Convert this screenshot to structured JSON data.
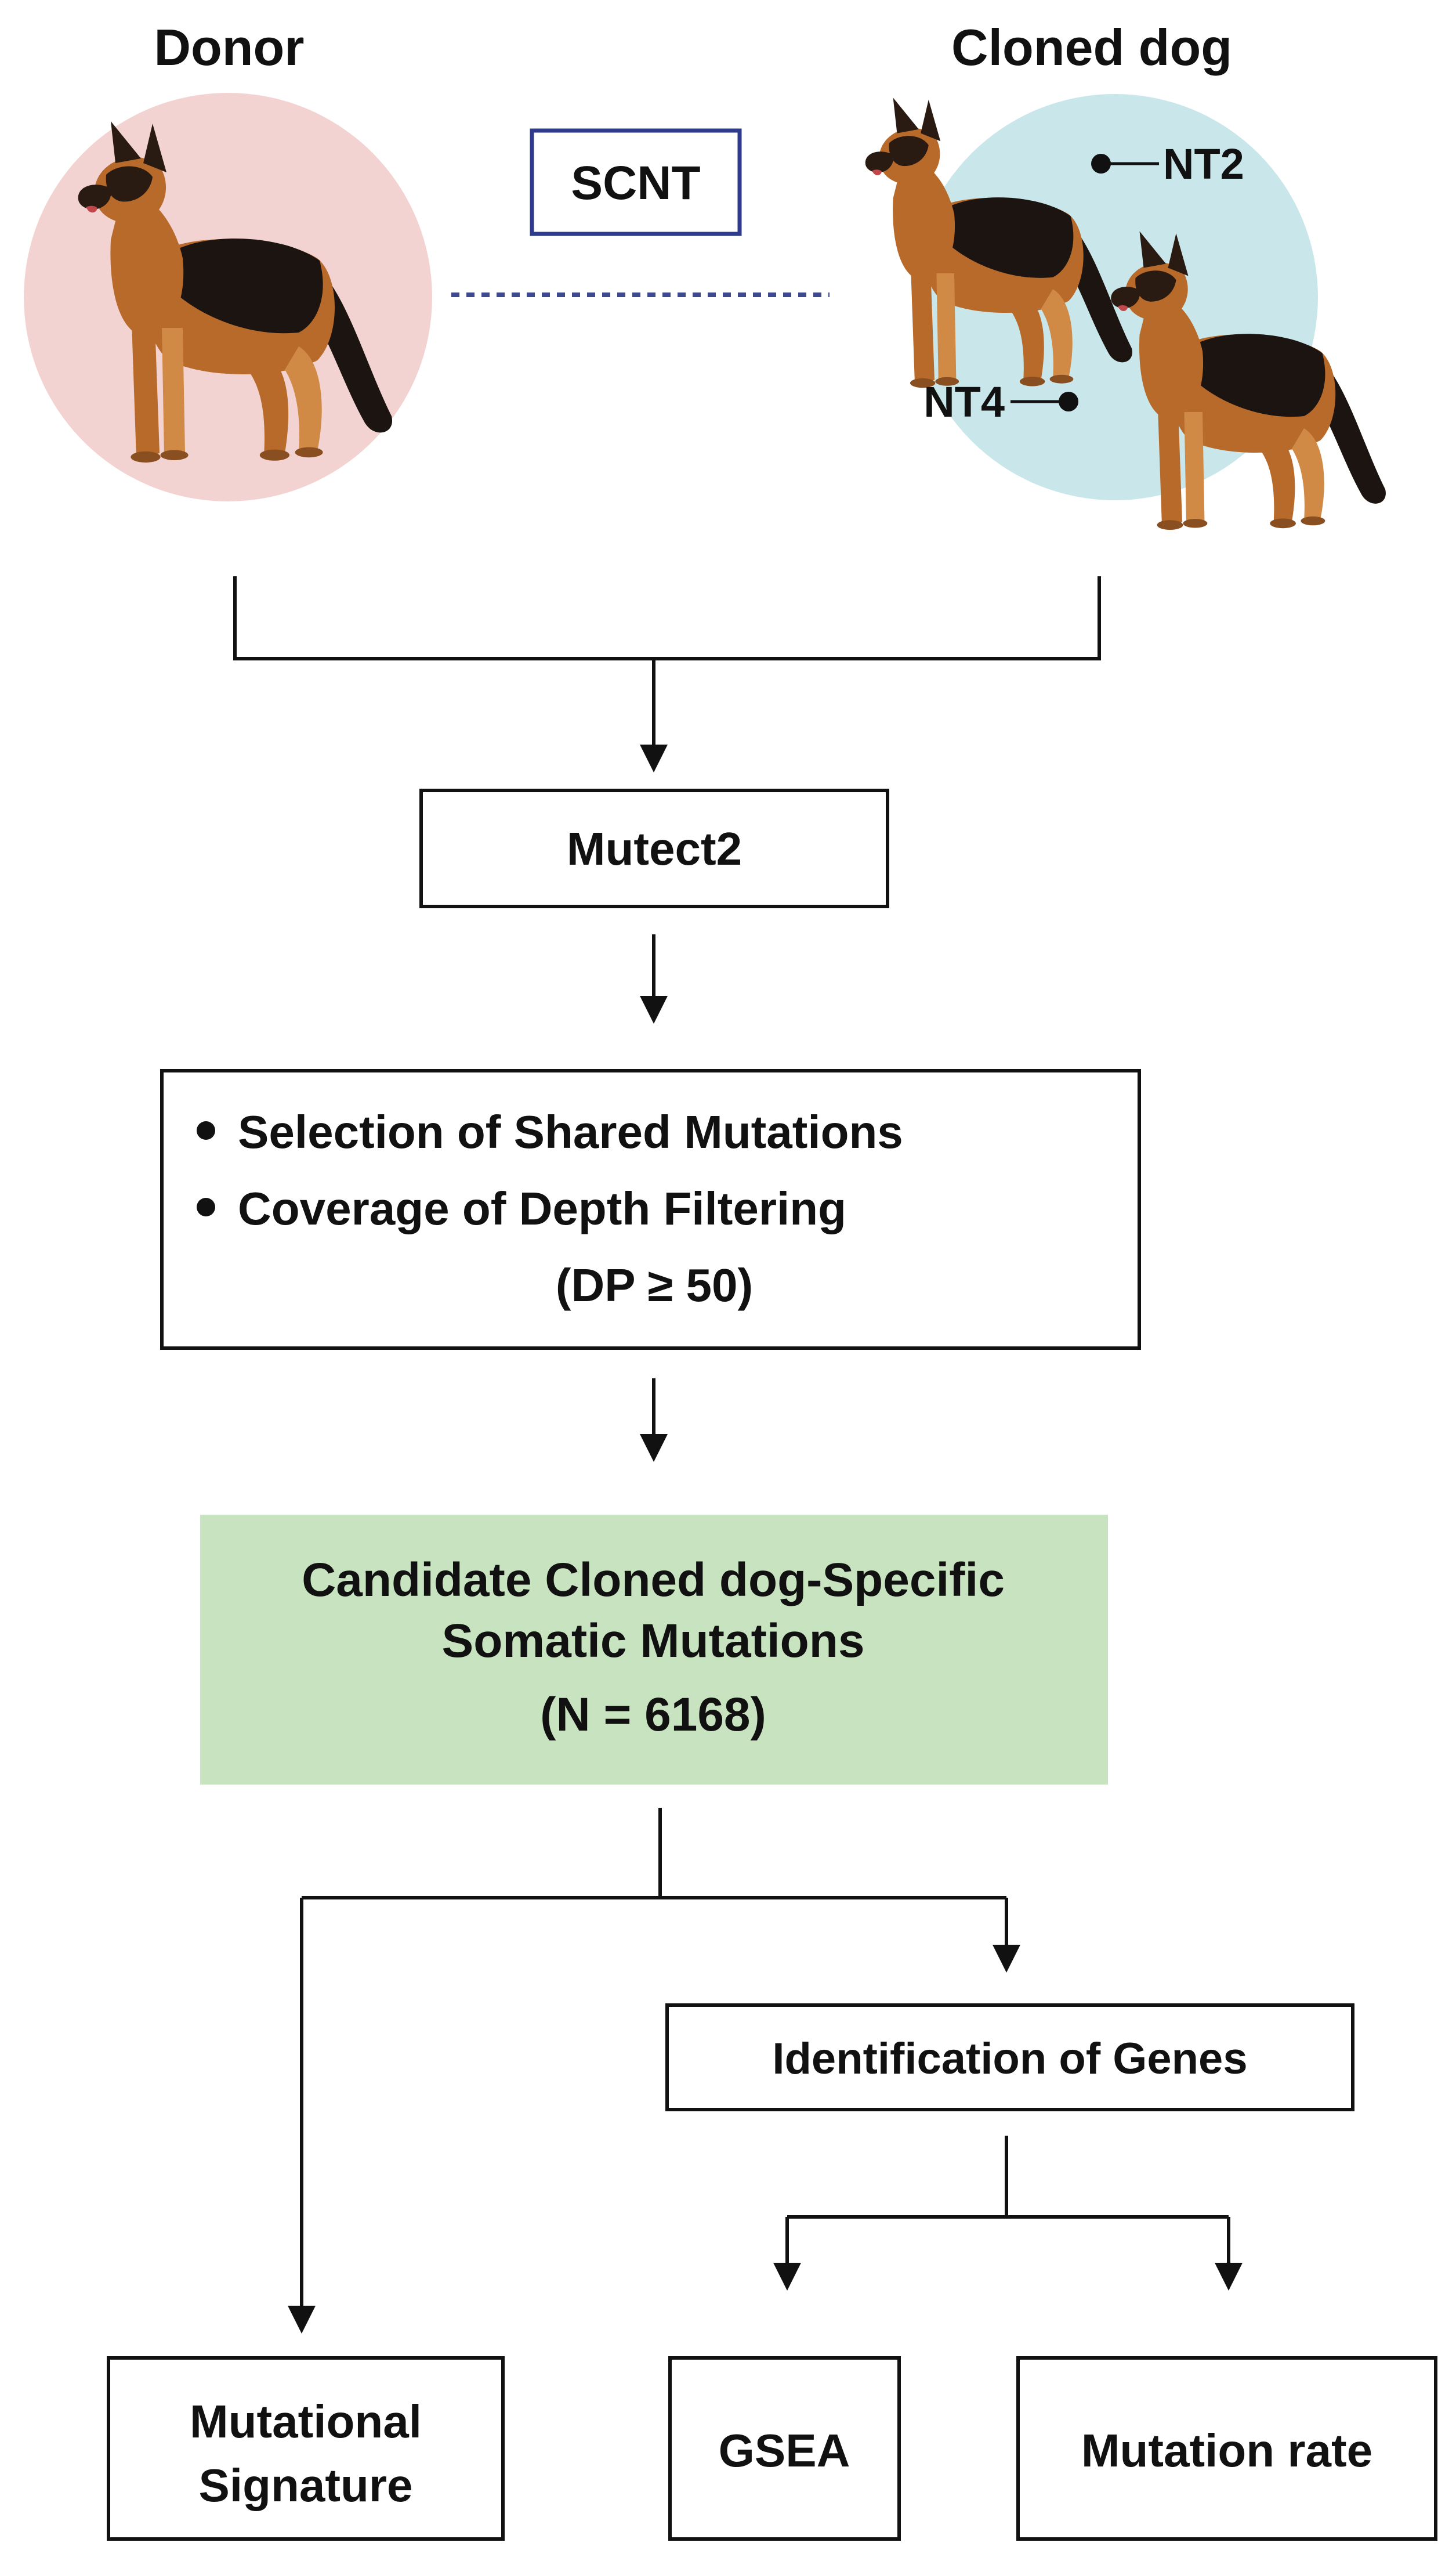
{
  "colors": {
    "donor_circle": "#f3d3d1",
    "clone_circle": "#c9e7ea",
    "candidate_box": "#c8e3bf",
    "scnt_border": "#2e3a8c",
    "dotted_line": "#3f4a8e",
    "stroke": "#111111",
    "dog_black": "#1b1410",
    "dog_tan": "#b86a2a",
    "dog_tan_light": "#d08a45"
  },
  "icons": {
    "dog": "german-shepherd-dog-icon"
  },
  "labels": {
    "donor": "Donor",
    "cloned_dog": "Cloned dog",
    "scnt": "SCNT",
    "nt2": "NT2",
    "nt4": "NT4"
  },
  "steps": {
    "mutect2": "Mutect2",
    "filter_bullet_1": "Selection of Shared Mutations",
    "filter_bullet_2": "Coverage of Depth Filtering",
    "filter_condition": "(DP ≥ 50)",
    "candidate_line1": "Candidate Cloned dog-Specific",
    "candidate_line2": "Somatic Mutations",
    "candidate_count": "(N = 6168)",
    "gene_identification": "Identification of Genes"
  },
  "outputs": {
    "mutational_signature_line1": "Mutational",
    "mutational_signature_line2": "Signature",
    "gsea": "GSEA",
    "mutation_rate": "Mutation rate"
  }
}
